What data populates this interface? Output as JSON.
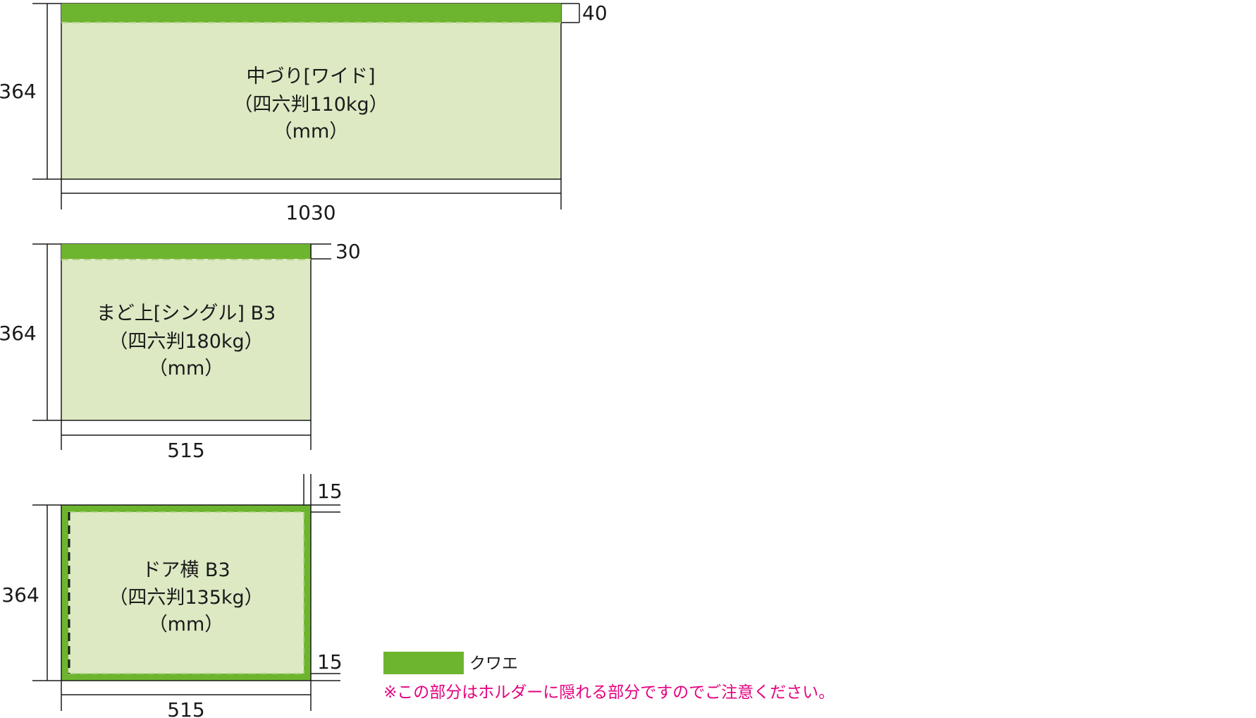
{
  "colors": {
    "grip": "#6db52e",
    "paper": "#dde9c3",
    "line": "#1a1a1a",
    "note": "#e4007f",
    "fold_dash": "#b3d28c"
  },
  "panels": [
    {
      "id": "wide",
      "lines": [
        "中づり[ワイド]",
        "（四六判110kg）",
        "（mm）"
      ],
      "width_mm": "1030",
      "height_mm": "364",
      "grip_mm": "40"
    },
    {
      "id": "single",
      "lines": [
        "まど上[シングル] B3",
        "（四六判180kg）",
        "（mm）"
      ],
      "width_mm": "515",
      "height_mm": "364",
      "grip_mm": "30"
    },
    {
      "id": "door",
      "lines": [
        "ドア横 B3",
        "（四六判135kg）",
        "（mm）"
      ],
      "width_mm": "515",
      "height_mm": "364",
      "grip_top_mm": "15",
      "grip_bottom_mm": "15"
    }
  ],
  "legend": {
    "label": "クワエ",
    "note": "※この部分はホルダーに隠れる部分ですのでご注意ください。"
  }
}
